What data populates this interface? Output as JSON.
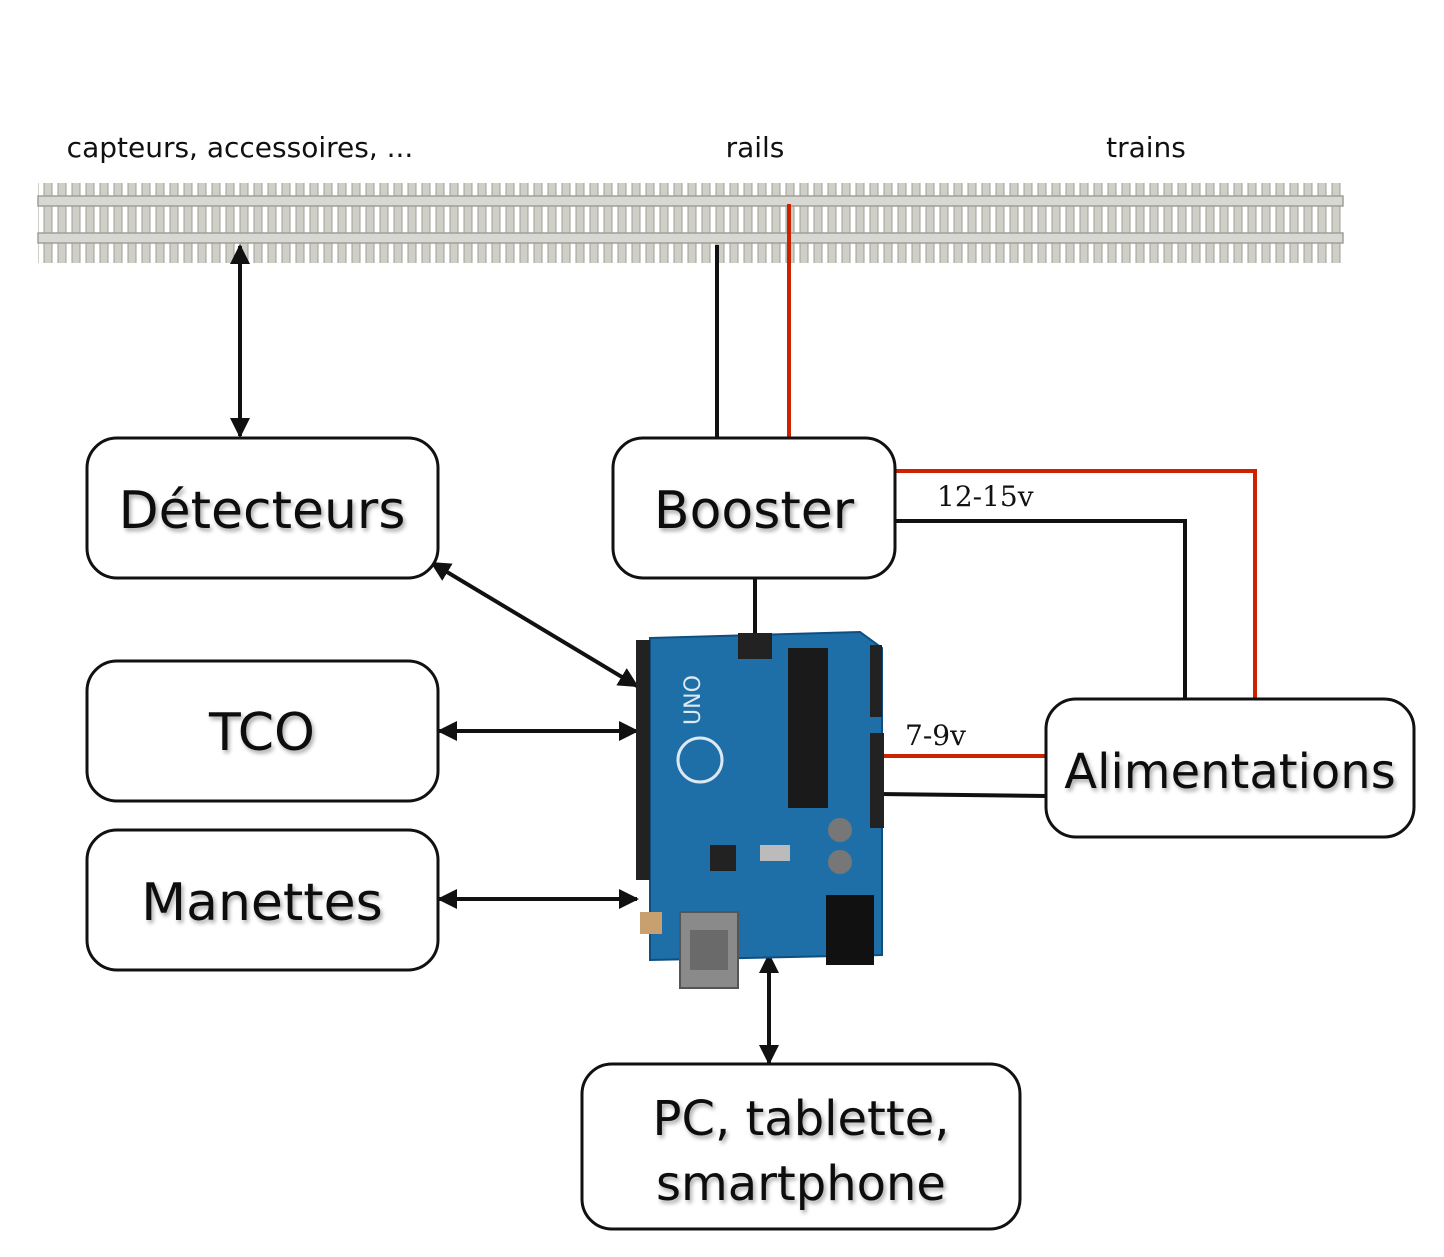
{
  "labels": {
    "sensors": "capteurs, accessoires, ...",
    "rails": "rails",
    "trains": "trains",
    "voltage_booster": "12-15v",
    "voltage_arduino": "7-9v"
  },
  "boxes": {
    "detecteurs": "Détecteurs",
    "tco": "TCO",
    "manettes": "Manettes",
    "booster": "Booster",
    "alimentations": "Alimentations",
    "pc_line1": "PC, tablette,",
    "pc_line2": "smartphone"
  },
  "colors": {
    "wire_red": "#cc2200",
    "wire_black": "#111111",
    "board_blue": "#1e6fa8"
  },
  "icons": [
    "rail-track-icon",
    "arduino-board-icon"
  ]
}
